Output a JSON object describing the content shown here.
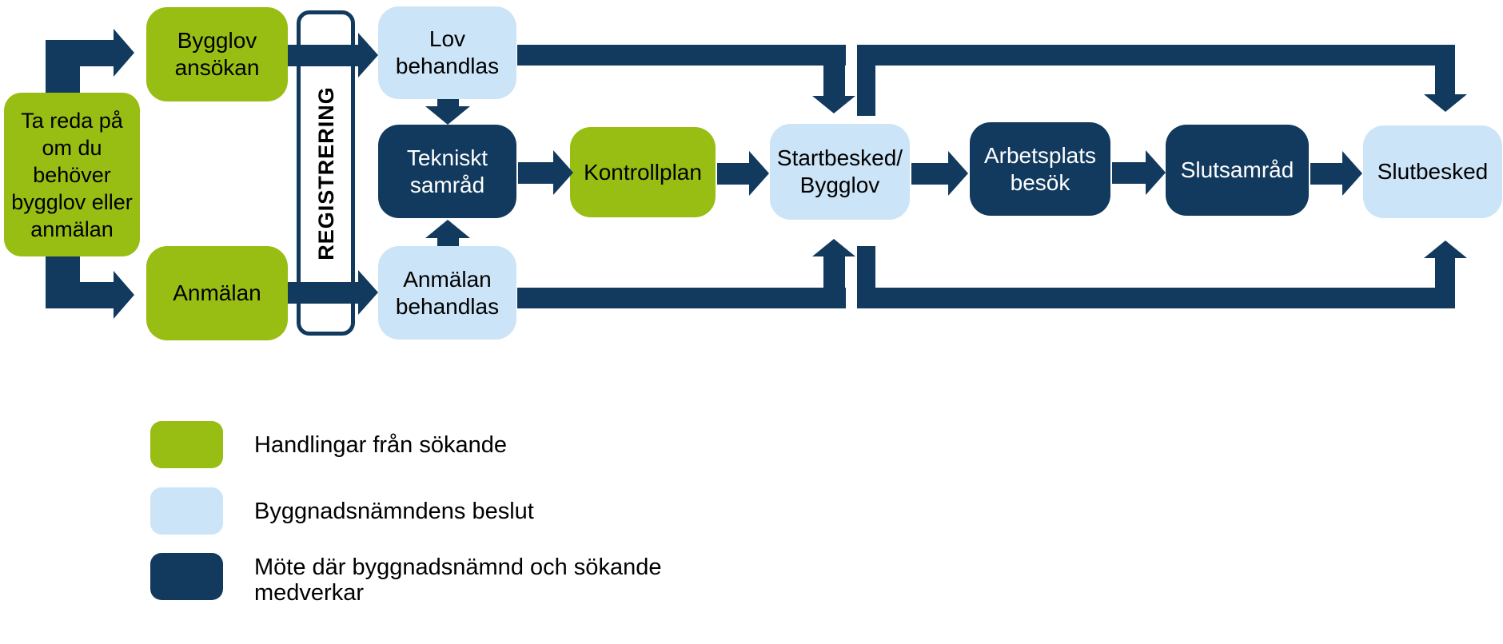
{
  "colors": {
    "green": "#98BD13",
    "lightblue": "#CBE4F7",
    "navy": "#123A5E",
    "text_dark": "#000000",
    "text_light": "#FFFFFF",
    "background": "#FFFFFF"
  },
  "nodes": {
    "ta_reda": {
      "label": "Ta reda på\nom du\nbehöver\nbygglov eller\nanmälan",
      "type": "green"
    },
    "bygglov_ansokan": {
      "label": "Bygglov\nansökan",
      "type": "green"
    },
    "anmalan": {
      "label": "Anmälan",
      "type": "green"
    },
    "registrering": {
      "label": "REGISTRERING",
      "type": "outlined"
    },
    "lov_behandlas": {
      "label": "Lov\nbehandlas",
      "type": "lightblue"
    },
    "tekniskt_samrad": {
      "label": "Tekniskt\nsamråd",
      "type": "navy"
    },
    "anmalan_behandlas": {
      "label": "Anmälan\nbehandlas",
      "type": "lightblue"
    },
    "kontrollplan": {
      "label": "Kontrollplan",
      "type": "green"
    },
    "startbesked": {
      "label": "Startbesked/\nBygglov",
      "type": "lightblue"
    },
    "arbetsplatsbesok": {
      "label": "Arbetsplats\nbesök",
      "type": "navy"
    },
    "slutsamrad": {
      "label": "Slutsamråd",
      "type": "navy"
    },
    "slutbesked": {
      "label": "Slutbesked",
      "type": "lightblue"
    }
  },
  "edges": [
    {
      "from": "ta_reda",
      "to": "bygglov_ansokan"
    },
    {
      "from": "ta_reda",
      "to": "anmalan"
    },
    {
      "from": "bygglov_ansokan",
      "to": "lov_behandlas",
      "via": "registrering"
    },
    {
      "from": "anmalan",
      "to": "anmalan_behandlas",
      "via": "registrering"
    },
    {
      "from": "lov_behandlas",
      "to": "tekniskt_samrad"
    },
    {
      "from": "anmalan_behandlas",
      "to": "tekniskt_samrad"
    },
    {
      "from": "lov_behandlas",
      "to": "startbesked",
      "route": "top-bar"
    },
    {
      "from": "anmalan_behandlas",
      "to": "startbesked",
      "route": "bottom-bar"
    },
    {
      "from": "tekniskt_samrad",
      "to": "kontrollplan"
    },
    {
      "from": "kontrollplan",
      "to": "startbesked"
    },
    {
      "from": "startbesked",
      "to": "arbetsplatsbesok"
    },
    {
      "from": "startbesked",
      "to": "slutbesked",
      "route": "top-bypass"
    },
    {
      "from": "startbesked",
      "to": "slutbesked",
      "route": "bottom-bypass"
    },
    {
      "from": "arbetsplatsbesok",
      "to": "slutsamrad"
    },
    {
      "from": "slutsamrad",
      "to": "slutbesked"
    }
  ],
  "legend": {
    "items": [
      {
        "color": "green",
        "label": "Handlingar från sökande"
      },
      {
        "color": "lightblue",
        "label": "Byggnadsnämndens beslut"
      },
      {
        "color": "navy",
        "label": "Möte där byggnadsnämnd och sökande\nmedverkar"
      }
    ]
  }
}
